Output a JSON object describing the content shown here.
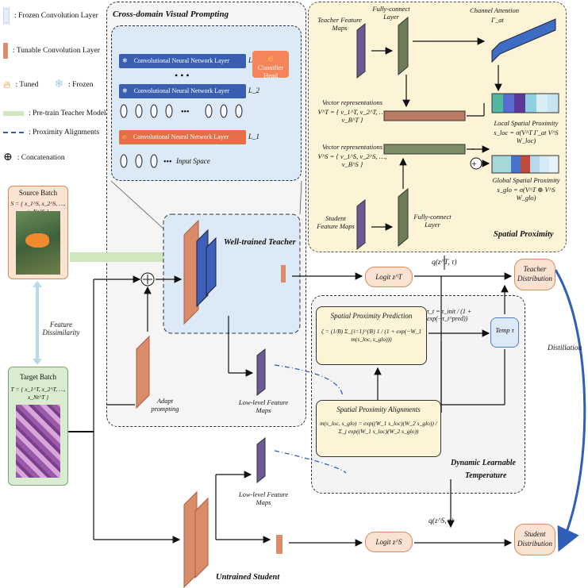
{
  "legend": {
    "frozen_layer": ": Frozen Convolution Layer",
    "tunable_layer": ": Tunable Convolution Layer",
    "tuned": ": Tuned",
    "frozen": ": Frozen",
    "pretrain_teacher": ": Pre-train Teacher Model",
    "proximity_alignments": ": Proximity Alignments",
    "concatenation": ": Concatenation"
  },
  "cross_domain": {
    "title": "Cross-domain Visual Prompting",
    "layer_label": "Convolutional Neural Network Layer",
    "layer_ids": [
      "L_N",
      "L_2",
      "L_1"
    ],
    "classifier_head": "Classifier Head",
    "input_space": "Input Space"
  },
  "spatial": {
    "title": "Spatial Proximity",
    "teacher_maps": "Teacher Feature Maps",
    "fc_top": "Fully-connect Layer",
    "channel_attention": "Channel Attention",
    "channel_attention_sym": "Γ_at",
    "vec_rep_t": "Vector representations",
    "vt_formula": "V^T = { v_1^T, v_2^T, …, v_B^T }",
    "vec_rep_s": "Vector representations",
    "vs_formula": "V^S = { v_1^S, v_2^S, …, v_B^S }",
    "local_title": "Local Spatial Proximity",
    "local_formula": "s_loc = σ(V^T Γ_at V^S W_loc)",
    "global_title": "Global Spatial Proximity",
    "global_formula": "s_glo = σ(V^T ⊕ V^S W_glo)",
    "student_maps": "Student Feature Maps",
    "fc_bottom": "Fully-connect Layer"
  },
  "source": {
    "title": "Source Batch",
    "formula": "S = { x_1^S, x_2^S, …, x_Ns^S }"
  },
  "target": {
    "title": "Target Batch",
    "formula": "T = { x_1^T, x_2^T, …, x_Nt^T }"
  },
  "feature_dissimilarity": "Feature Dissimilarity",
  "teacher_label": "Well-trained Teacher",
  "adapt_prompting": "Adapt prompting",
  "low_level_1": "Low-level Feature Maps",
  "low_level_2": "Low-level Feature Maps",
  "student_label": "Untrained Student",
  "logit_t": "Logit z^T",
  "logit_s": "Logit z^S",
  "q_t": "q(z^T, τ)",
  "q_s": "q(z^S, τ)",
  "teacher_dist": "Teacher Distribution",
  "student_dist": "Student Distribution",
  "distillation": "Distillation",
  "temp": "Temp τ",
  "tau_formula": "τ_t = τ_init / (1 + exp(−τ_t^pred))",
  "spp_title": "Spatial Proximity Prediction",
  "spp_formula": "ζ = (1/B) Σ_{i=1}^{B} 1 / (1 + exp(−W_1 m(s_loc, s_glo)))",
  "spa_title": "Spatial Proximity Alignments",
  "spa_formula": "m(s_loc, s_glo) = exp((W_1 s_loc)(W_2 s_glo)) / Σ_j exp((W_1 s_loc)(W_2 s_glo))",
  "dlt_title_1": "Dynamic Learnable",
  "dlt_title_2": "Temperature",
  "colors": {
    "tunable": "#d98b6a",
    "frozen_blue": "#3c5fb8",
    "panel_yellow": "#fdf3d6",
    "panel_blue": "#dce9f7",
    "green_box": "#d9ecd0",
    "pink_box": "#fbe3d3"
  }
}
